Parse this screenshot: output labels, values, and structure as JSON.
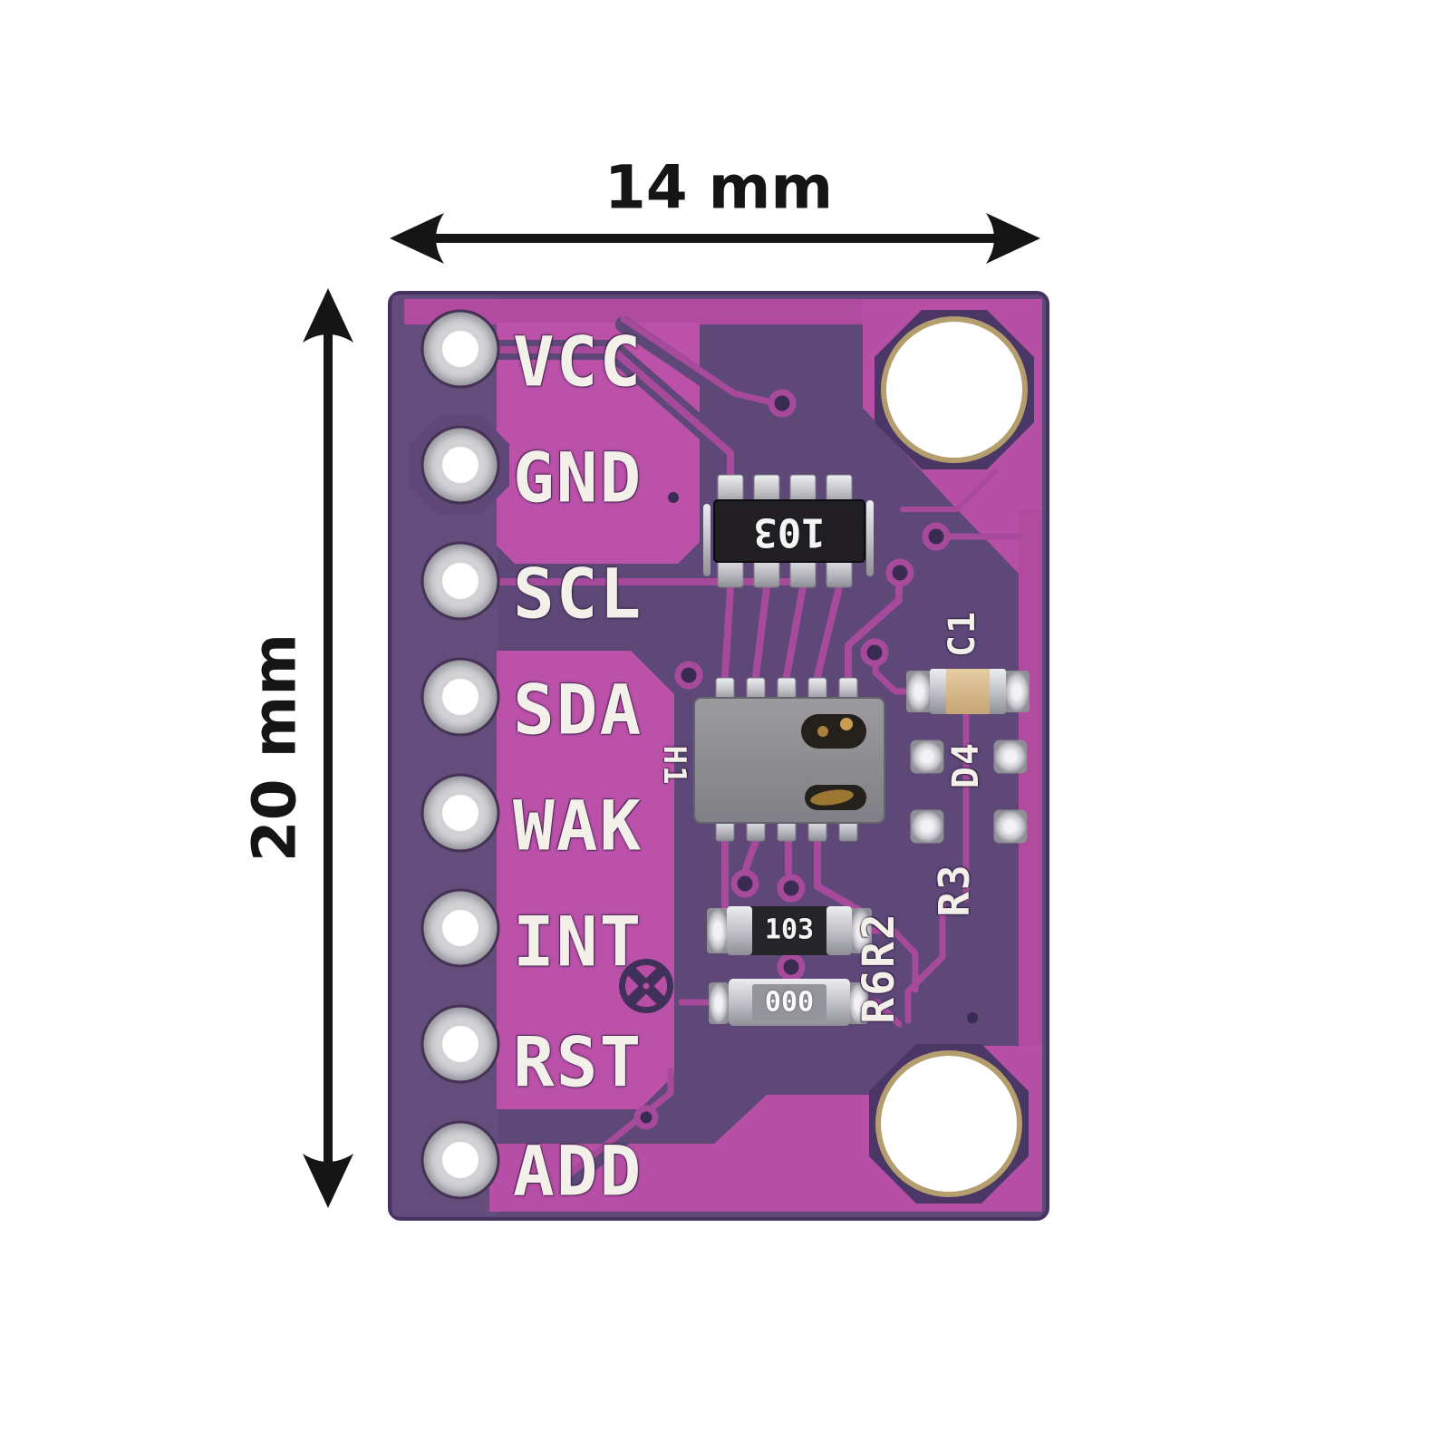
{
  "annotations": {
    "width_label": "14 mm",
    "height_label": "20 mm"
  },
  "board": {
    "pin_labels": [
      "VCC",
      "GND",
      "SCL",
      "SDA",
      "WAK",
      "INT",
      "RST",
      "ADD"
    ],
    "silkscreen": {
      "sensor_ref": "H1",
      "capacitor_ref": "C1",
      "diode_ref": "D4",
      "resistor_ref": "R3",
      "resistor_pair_ref": "R6R2"
    },
    "component_markings": {
      "resistor_network": "103",
      "resistor_103": "103",
      "resistor_000": "000"
    },
    "colors": {
      "soldermask_dark": "#5d4877",
      "copper_pour": "#b84fa6",
      "trace": "#a84a9c",
      "silkscreen_white": "#f3efe9",
      "mount_hole_ring": "#b49e6e",
      "chip_body": "#8d8d92",
      "capacitor_body": "#d9ba8a",
      "annotation_ink": "#151515"
    }
  }
}
